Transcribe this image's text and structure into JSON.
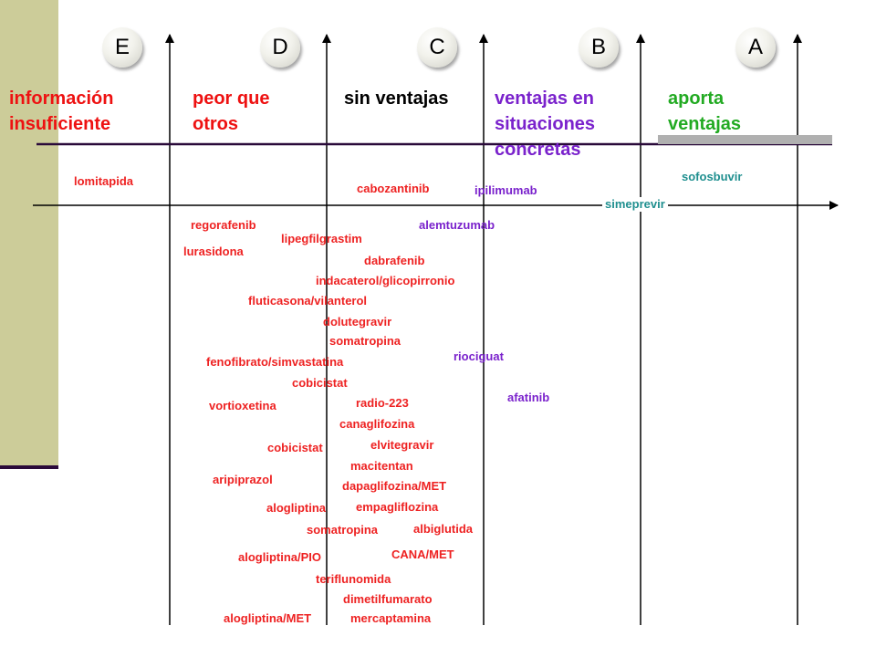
{
  "categories": [
    {
      "letter": "E",
      "label": "información\ninsuficiente",
      "color": "#ee1111"
    },
    {
      "letter": "D",
      "label": "peor que\notros",
      "color": "#ee1111"
    },
    {
      "letter": "C",
      "label": "sin ventajas",
      "color": "#000000"
    },
    {
      "letter": "B",
      "label": "ventajas en\nsituaciones\nconcretas",
      "color": "#7a22cc"
    },
    {
      "letter": "A",
      "label": "aporta\nventajas",
      "color": "#22aa22"
    }
  ],
  "drugs": [
    {
      "name": "lomitapida",
      "color": "red"
    },
    {
      "name": "cabozantinib",
      "color": "red"
    },
    {
      "name": "ipilimumab",
      "color": "purple"
    },
    {
      "name": "sofosbuvir",
      "color": "teal"
    },
    {
      "name": "simeprevir",
      "color": "teal"
    },
    {
      "name": "regorafenib",
      "color": "red"
    },
    {
      "name": "alemtuzumab",
      "color": "purple"
    },
    {
      "name": "lurasidona",
      "color": "red"
    },
    {
      "name": "lipegfilgrastim",
      "color": "red"
    },
    {
      "name": "dabrafenib",
      "color": "red"
    },
    {
      "name": "indacaterol/glicopirronio",
      "color": "red"
    },
    {
      "name": "fluticasona/vilanterol",
      "color": "red"
    },
    {
      "name": "dolutegravir",
      "color": "red"
    },
    {
      "name": "somatropina",
      "color": "red"
    },
    {
      "name": "riociguat",
      "color": "purple"
    },
    {
      "name": "fenofibrato/simvastatina",
      "color": "red"
    },
    {
      "name": "cobicistat",
      "color": "red"
    },
    {
      "name": "afatinib",
      "color": "purple"
    },
    {
      "name": "vortioxetina",
      "color": "red"
    },
    {
      "name": "radio-223",
      "color": "red"
    },
    {
      "name": "canaglifozina",
      "color": "red"
    },
    {
      "name": "elvitegravir",
      "color": "red"
    },
    {
      "name": "cobicistat",
      "color": "red"
    },
    {
      "name": "macitentan",
      "color": "red"
    },
    {
      "name": "aripiprazol",
      "color": "red"
    },
    {
      "name": "dapaglifozina/MET",
      "color": "red"
    },
    {
      "name": "alogliptina",
      "color": "red"
    },
    {
      "name": "empagliflozina",
      "color": "red"
    },
    {
      "name": "albiglutida",
      "color": "red"
    },
    {
      "name": "somatropina",
      "color": "red"
    },
    {
      "name": "alogliptina/PIO",
      "color": "red"
    },
    {
      "name": "CANA/MET",
      "color": "red"
    },
    {
      "name": "teriflunomida",
      "color": "red"
    },
    {
      "name": "dimetilfumarato",
      "color": "red"
    },
    {
      "name": "alogliptina/MET",
      "color": "red"
    },
    {
      "name": "mercaptamina",
      "color": "red"
    }
  ]
}
